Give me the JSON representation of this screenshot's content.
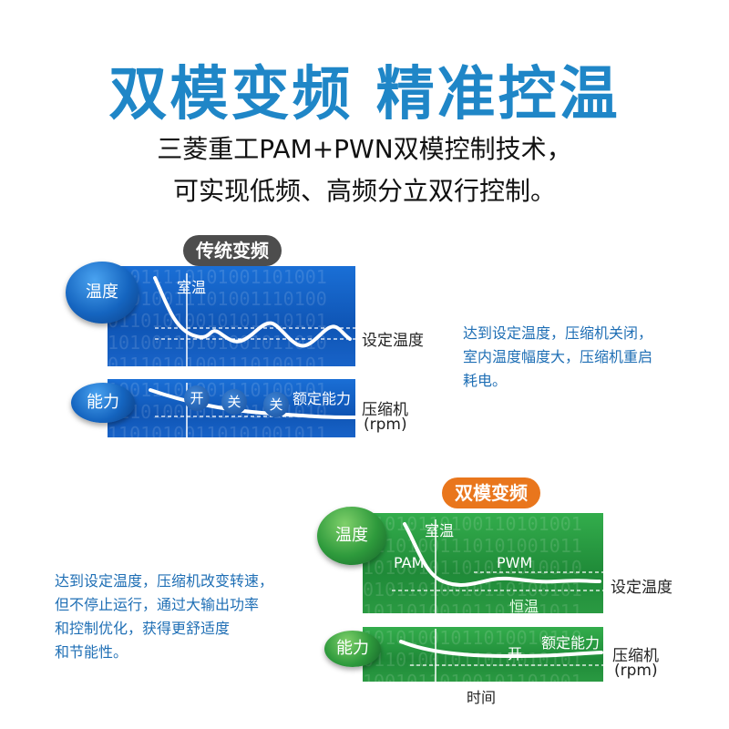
{
  "headline": "双模变频 精准控温",
  "subtitle_line1": "三菱重工PAM+PWN双模控制技术，",
  "subtitle_line2": "可实现低频、高频分立双行控制。",
  "traditional": {
    "badge": "传统变频",
    "temp_disc": "温度",
    "power_disc": "能力",
    "room_temp": "室温",
    "set_temp": "设定温度",
    "on_label": "开",
    "off_label_1": "关",
    "off_label_2": "关",
    "rated_capacity": "额定能力",
    "compressor": "压缩机",
    "rpm": "(rpm)",
    "note_line1": "达到设定温度，压缩机关闭，",
    "note_line2": "室内温度幅度大，压缩机重启",
    "note_line3": "耗电。"
  },
  "dual_mode": {
    "badge": "双模变频",
    "temp_disc": "温度",
    "power_disc": "能力",
    "room_temp": "室温",
    "pam": "PAM",
    "pwm": "PWM",
    "set_temp": "设定温度",
    "constant_temp": "恒温",
    "rated_capacity": "额定能力",
    "on_label": "开",
    "compressor": "压缩机",
    "rpm": "(rpm)",
    "time": "时间",
    "note_line1": "达到设定温度，压缩机改变转速，",
    "note_line2": "但不停止运行，通过大输出功率",
    "note_line3": "和控制优化，获得更舒适度",
    "note_line4": "和节能性。"
  },
  "colors": {
    "headline": "#1f86c7",
    "note_text": "#1f6fb5",
    "traditional_panel": "#1565c0",
    "dual_mode_panel": "#2e9a3c",
    "traditional_badge": "#4d4d4d",
    "dual_mode_badge": "#e9761c"
  }
}
